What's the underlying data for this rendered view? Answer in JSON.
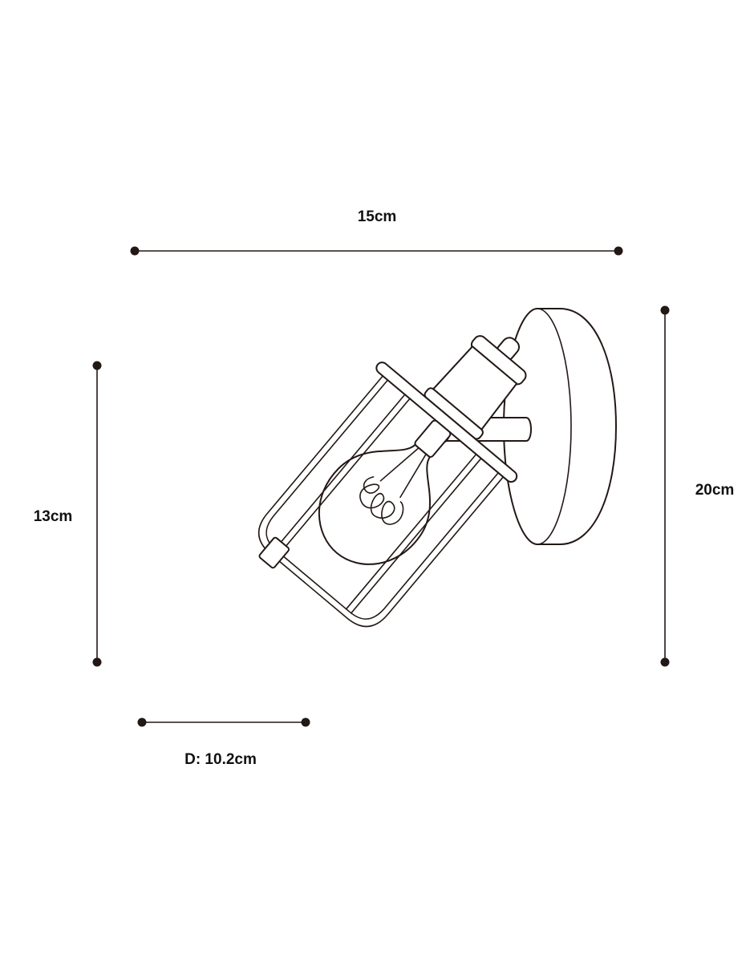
{
  "dimensions": {
    "width_label": "15cm",
    "height_lamp_label": "13cm",
    "height_total_label": "20cm",
    "diameter_label": "D: 10.2cm"
  },
  "colors": {
    "ink": "#231815",
    "background": "#ffffff"
  }
}
